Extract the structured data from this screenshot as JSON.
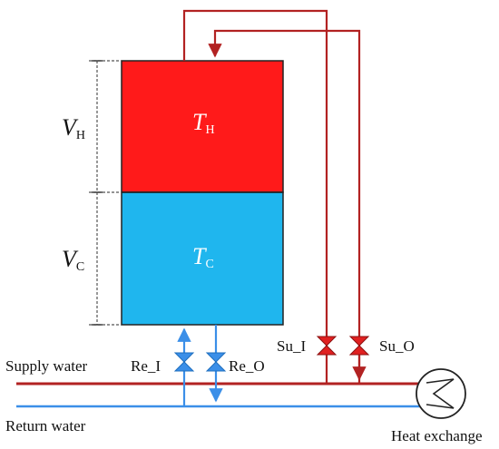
{
  "colors": {
    "hot": "#ff1a1a",
    "cold": "#1fb6ee",
    "supply_pipe": "#b22222",
    "return_pipe": "#3b8fe8",
    "outline": "#222222"
  },
  "tank": {
    "hot_layer": {
      "var": "T",
      "sub": "H"
    },
    "cold_layer": {
      "var": "T",
      "sub": "C"
    }
  },
  "dimensions": {
    "hot_volume": {
      "var": "V",
      "sub": "H"
    },
    "cold_volume": {
      "var": "V",
      "sub": "C"
    }
  },
  "labels": {
    "supply_water": "Supply water",
    "return_water": "Return water",
    "heat_exchange": "Heat exchange"
  },
  "valves": {
    "re_i": "Re_I",
    "re_o": "Re_O",
    "su_i": "Su_I",
    "su_o": "Su_O"
  },
  "icons": [
    "valve-icon",
    "heat-exchanger-icon",
    "arrow-icon"
  ]
}
